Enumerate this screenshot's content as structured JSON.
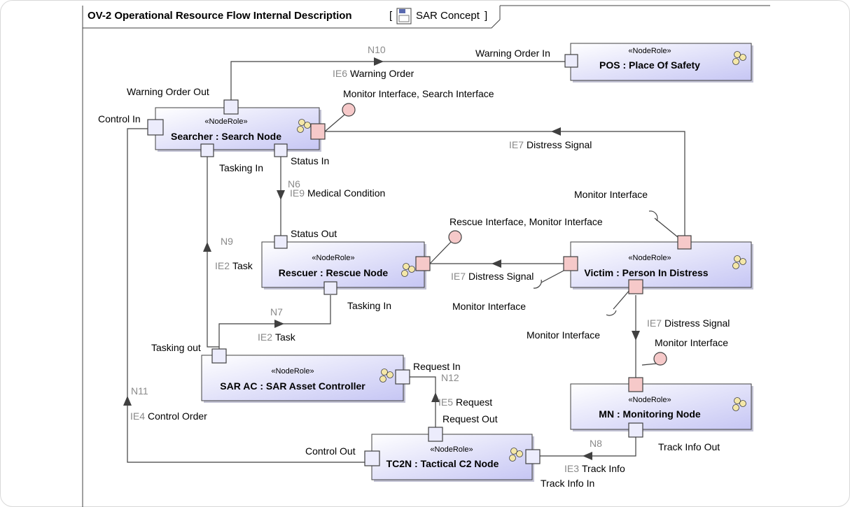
{
  "diagram": {
    "title": "OV-2 Operational Resource Flow Internal Description",
    "context_open": "[",
    "context_name": "SAR Concept",
    "context_close": "]",
    "context_icon": "package-diagram-icon"
  },
  "nodes": {
    "pos": {
      "stereotype": "«NodeRole»",
      "name": "POS : Place Of Safety"
    },
    "searcher": {
      "stereotype": "«NodeRole»",
      "name": "Searcher : Search Node"
    },
    "rescuer": {
      "stereotype": "«NodeRole»",
      "name": "Rescuer : Rescue Node"
    },
    "victim": {
      "stereotype": "«NodeRole»",
      "name": "Victim : Person In Distress"
    },
    "sarac": {
      "stereotype": "«NodeRole»",
      "name": "SAR AC : SAR Asset Controller"
    },
    "mn": {
      "stereotype": "«NodeRole»",
      "name": "MN : Monitoring Node"
    },
    "tc2n": {
      "stereotype": "«NodeRole»",
      "name": "TC2N : Tactical C2 Node"
    }
  },
  "ports": {
    "warning_order_in": "Warning Order In",
    "warning_order_out": "Warning Order Out",
    "control_in": "Control In",
    "tasking_in_searcher": "Tasking In",
    "status_in": "Status In",
    "status_out": "Status Out",
    "tasking_in_rescuer": "Tasking In",
    "tasking_out": "Tasking out",
    "request_in": "Request In",
    "request_out": "Request Out",
    "control_out": "Control Out",
    "track_info_in": "Track Info In",
    "track_info_out": "Track Info Out"
  },
  "interfaces": {
    "searcher_iface": "Monitor Interface, Search Interface",
    "victim_top": "Monitor Interface",
    "rescuer_iface": "Rescue Interface, Monitor Interface",
    "victim_left": "Monitor Interface",
    "victim_bottom": "Monitor Interface",
    "mn_iface": "Monitor Interface"
  },
  "flows": {
    "n10": {
      "needline": "N10",
      "id": "IE6",
      "name": "Warning Order"
    },
    "ie7_top": {
      "id": "IE7",
      "name": "Distress Signal"
    },
    "n6": {
      "needline": "N6",
      "id": "IE9",
      "name": "Medical Condition"
    },
    "n9": {
      "needline": "N9",
      "id": "IE2",
      "name": "Task"
    },
    "ie7_mid": {
      "id": "IE7",
      "name": "Distress Signal"
    },
    "n7": {
      "needline": "N7",
      "id": "IE2",
      "name": "Task"
    },
    "ie7_right": {
      "id": "IE7",
      "name": "Distress Signal"
    },
    "n12": {
      "needline": "N12",
      "id": "IE5",
      "name": "Request"
    },
    "n11": {
      "needline": "N11",
      "id": "IE4",
      "name": "Control Order"
    },
    "n8": {
      "needline": "N8",
      "id": "IE3",
      "name": "Track Info"
    }
  },
  "colors": {
    "node_fill_top": "#ffffff",
    "node_fill_bottom": "#c6c6f4",
    "port_fill": "#ececfc",
    "provided_port_fill": "#f6c9c9",
    "interface_fill": "#f6c9c9",
    "line": "#404040",
    "id_gray": "#8a8a8a"
  }
}
